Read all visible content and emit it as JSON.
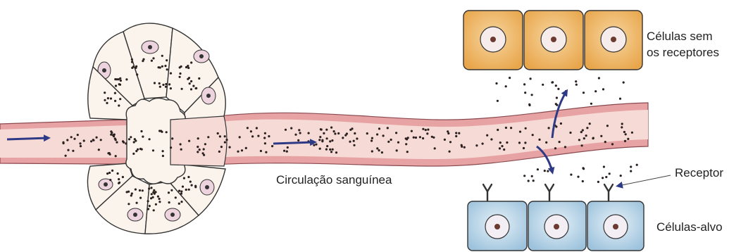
{
  "labels": {
    "nonreceptor_line1": "Células sem",
    "nonreceptor_line2": "os receptores",
    "receptor": "Receptor",
    "target": "Células-alvo",
    "circulation": "Circulação sanguínea"
  },
  "colors": {
    "gland_cell": "#fbf4ec",
    "nucleus": "#ecd3dd",
    "vessel_wall": "#e7a3a4",
    "vessel_lumen": "#f6dad6",
    "top_cell": "#efb35d",
    "bottom_cell": "#b8d4e6",
    "arrow": "#2f3a86",
    "hormone_dot": "#2a2020",
    "outline": "#333333"
  }
}
